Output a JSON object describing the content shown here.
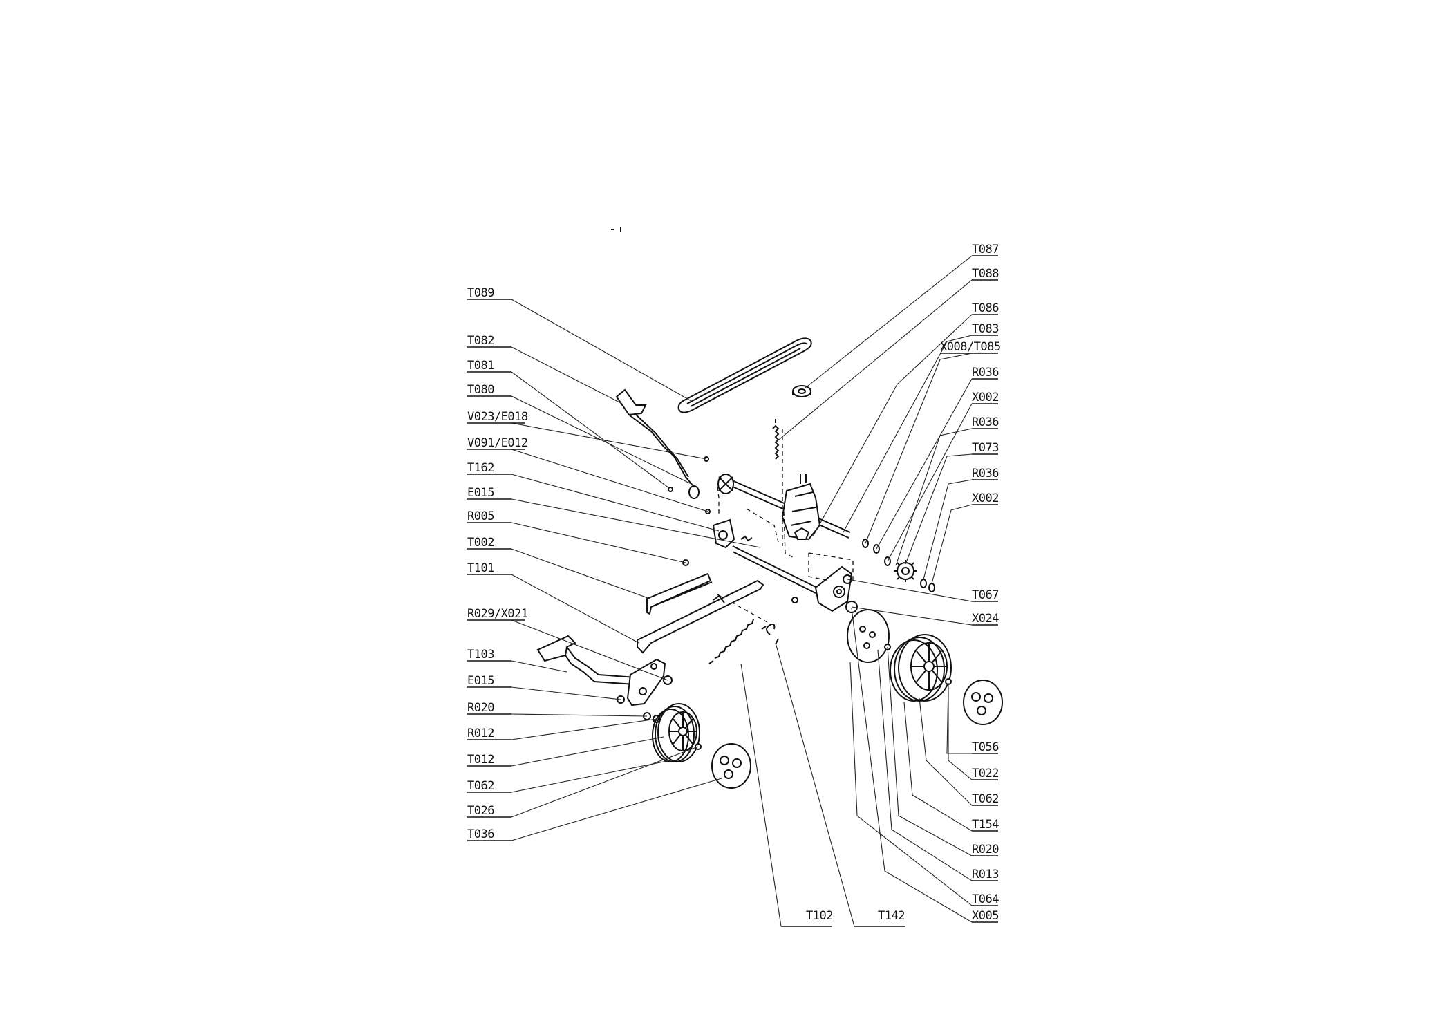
{
  "labels_left": [
    "T089",
    "T082",
    "T081",
    "T080",
    "V023/E018",
    "V091/E012",
    "T162",
    "E015",
    "R005",
    "T002",
    "T101",
    "R029/X021",
    "T103",
    "E015",
    "R020",
    "R012",
    "T012",
    "T062",
    "T026",
    "T036"
  ],
  "labels_right": [
    "T087",
    "T088",
    "T086",
    "T083",
    "X008/T085",
    "R036",
    "X002",
    "R036",
    "T073",
    "R036",
    "X002",
    "T067",
    "X024",
    "T056",
    "T022",
    "T062",
    "T154",
    "R020",
    "R013",
    "T064",
    "X005"
  ],
  "labels_bottom": [
    "T102",
    "T142"
  ],
  "colors": {
    "line": "#111111",
    "background": "#ffffff"
  }
}
